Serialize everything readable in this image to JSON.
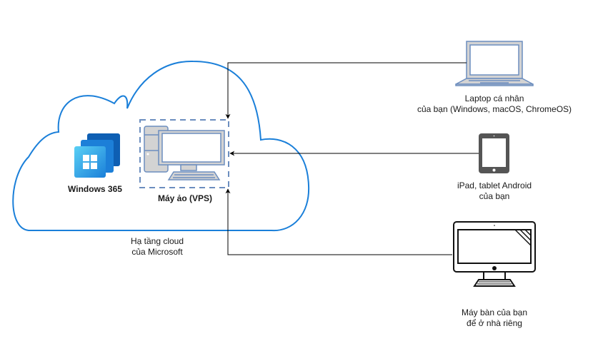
{
  "diagram": {
    "cloud": {
      "label_line1": "Hạ tầng cloud",
      "label_line2": "của Microsoft",
      "stroke_color": "#1a7fd9"
    },
    "windows365": {
      "label": "Windows 365",
      "icon": "windows-365-icon"
    },
    "vps": {
      "label": "Máy ảo (VPS)",
      "icon": "desktop-pc-icon",
      "border_color": "#6c8ebf"
    },
    "devices": [
      {
        "icon": "laptop-icon",
        "line1": "Laptop cá nhân",
        "line2": "của bạn (Windows, macOS, ChromeOS)"
      },
      {
        "icon": "tablet-icon",
        "line1": "iPad, tablet Android",
        "line2": "của bạn"
      },
      {
        "icon": "monitor-icon",
        "line1": "Máy bàn của bạn",
        "line2": "để ở nhà riêng"
      }
    ],
    "connectors": [
      {
        "from": "laptop",
        "to": "vps"
      },
      {
        "from": "tablet",
        "to": "vps"
      },
      {
        "from": "desktop",
        "to": "vps"
      }
    ]
  }
}
